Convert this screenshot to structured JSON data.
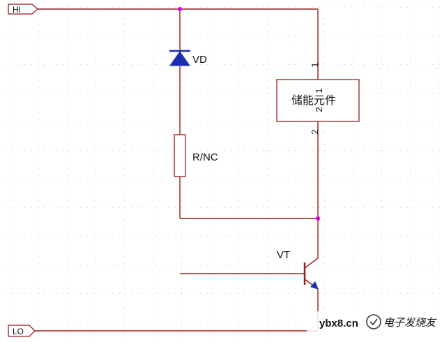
{
  "ports": {
    "hi": "HI",
    "lo": "LO"
  },
  "components": {
    "diode": {
      "label": "VD"
    },
    "resistor": {
      "label": "R/NC"
    },
    "storage": {
      "label": "储能元件",
      "pin1": "1",
      "pin2": "2"
    },
    "transistor": {
      "label": "VT"
    }
  },
  "watermark": {
    "site": "ybx8.cn",
    "brand": "电子发烧友"
  },
  "colors": {
    "wire": "#9b1b1b",
    "junction": "#d400d4",
    "diode": "#1a2eb0",
    "grid": "#c9c9c9"
  }
}
